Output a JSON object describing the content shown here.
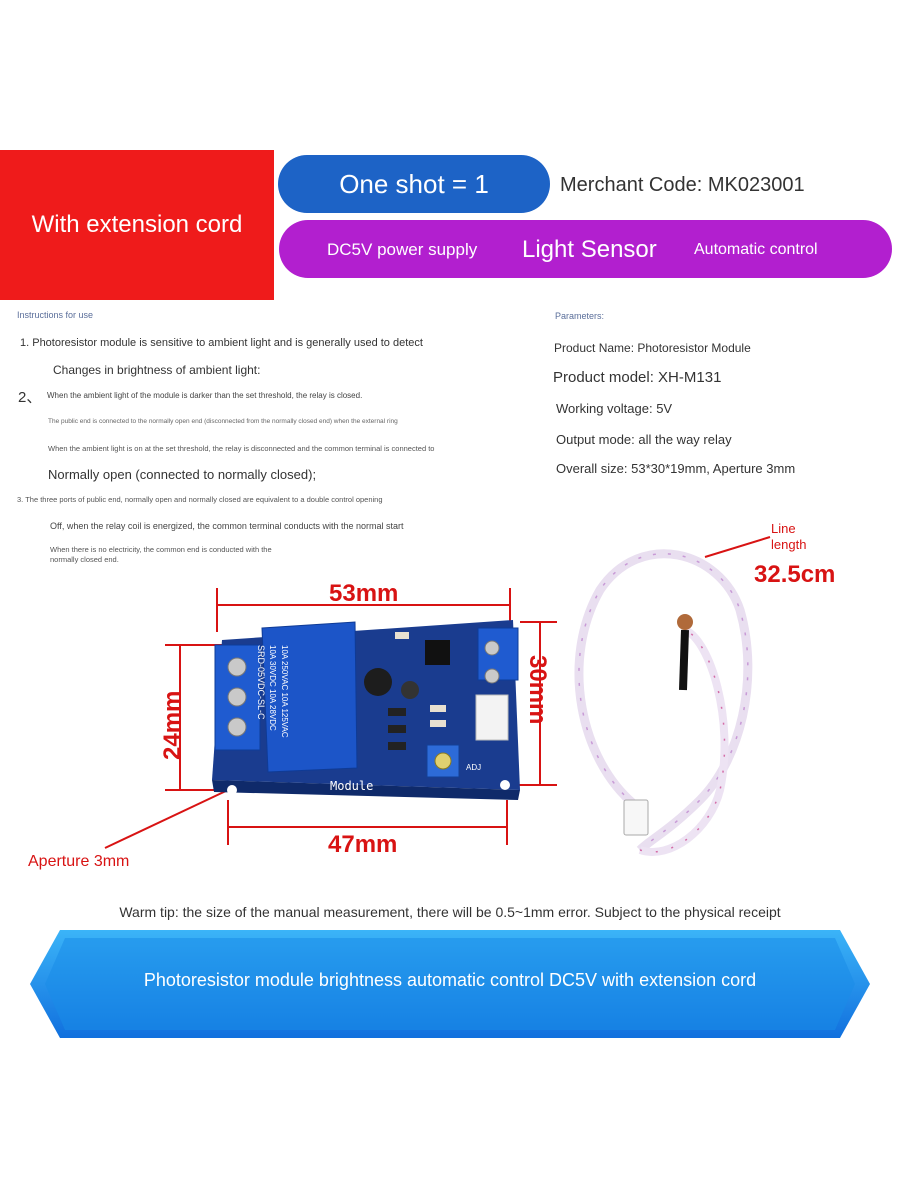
{
  "header": {
    "red_label": "With extension cord",
    "blue_label": "One shot = 1",
    "merchant": "Merchant Code: MK023001",
    "purple_left": "DC5V power supply",
    "purple_center": "Light Sensor",
    "purple_right": "Automatic control"
  },
  "instructions": {
    "title": "Instructions for use",
    "line1": "1. Photoresistor module is sensitive to ambient light and is generally used to detect",
    "line2": "Changes in brightness of ambient light:",
    "line3_num": "2、",
    "line3": "When the ambient light of the module is darker than the set threshold, the relay is closed.",
    "line4": "The public end is connected to the normally open end (disconnected from the normally closed end) when the external ring",
    "line5": "When the ambient light is on at the set threshold, the relay is disconnected and the common terminal is connected to",
    "line6": "Normally open (connected to normally closed);",
    "line7": "3. The three ports of public end, normally open and normally closed are equivalent to a double control opening",
    "line8": "Off, when the relay coil is energized, the common terminal conducts with the normal start",
    "line9a": "When there is no electricity, the common end is conducted with the",
    "line9b": "normally closed end."
  },
  "parameters": {
    "title": "Parameters:",
    "name": "Product Name: Photoresistor Module",
    "model": "Product model: XH-M131",
    "voltage": "Working voltage: 5V",
    "output": "Output mode: all the way relay",
    "size": "Overall size: 53*30*19mm, Aperture 3mm"
  },
  "dimensions": {
    "top": "53mm",
    "left": "24mm",
    "right": "30mm",
    "bottom": "47mm",
    "aperture": "Aperture 3mm",
    "line_label_1": "Line",
    "line_label_2": "length",
    "line_length": "32.5cm"
  },
  "board": {
    "relay_line1": "10A 250VAC 10A 125VAC",
    "relay_line2": "10A 30VDC 10A 28VDC",
    "relay_line3": "SRD-05VDC-SL-C",
    "module_label": "Module",
    "adj_label": "ADJ"
  },
  "tip": "Warm tip: the size of the manual measurement, there will be 0.5~1mm error. Subject to the physical receipt",
  "banner": "Photoresistor module brightness automatic control DC5V with extension cord",
  "colors": {
    "red": "#ef1b1b",
    "blue": "#1d63c6",
    "purple": "#b21fcf",
    "dimension_red": "#d81313",
    "banner_blue": "#1a8ce8"
  }
}
